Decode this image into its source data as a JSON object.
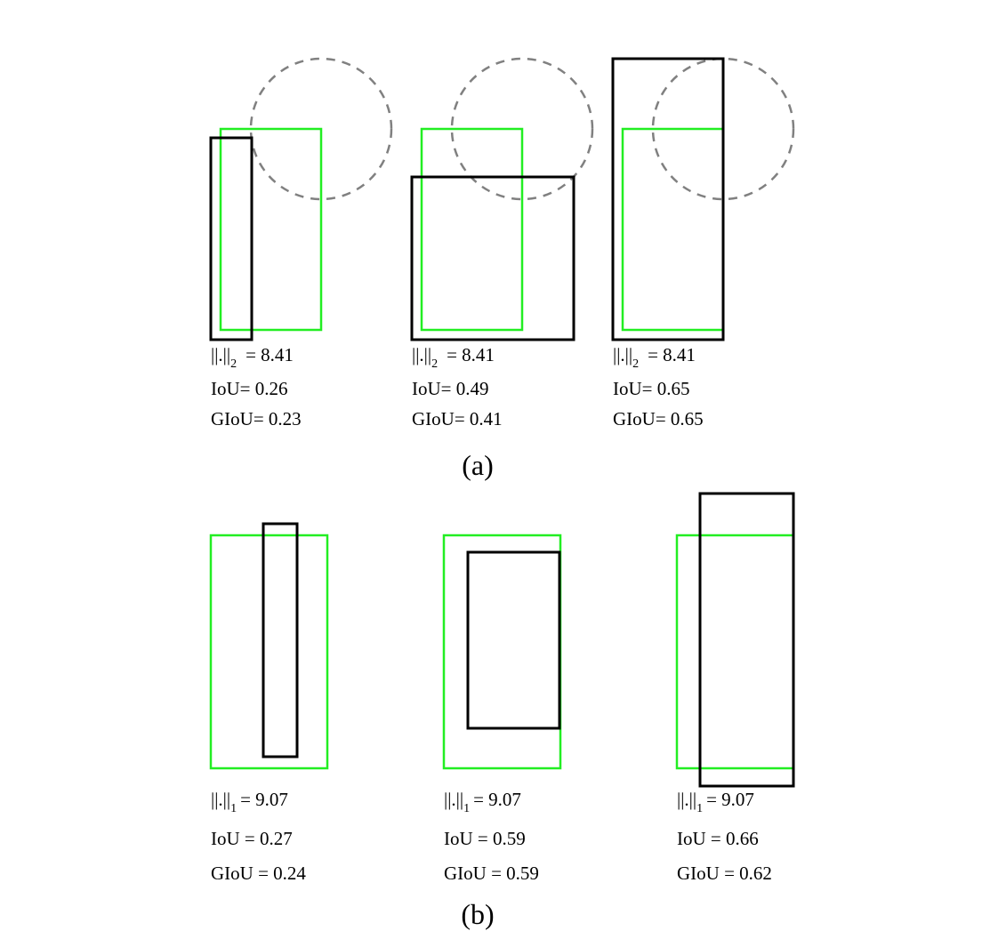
{
  "colors": {
    "ground_truth": "#22ee22",
    "prediction": "#000000",
    "circle": "#808080"
  },
  "panel_a": {
    "caption": "(a)",
    "examples": [
      {
        "norm_label": "||.||",
        "norm_sub": "2",
        "norm_value": "= 8.41",
        "iou": "IoU= 0.26",
        "giou": "GIoU= 0.23"
      },
      {
        "norm_label": "||.||",
        "norm_sub": "2",
        "norm_value": "= 8.41",
        "iou": "IoU= 0.49",
        "giou": "GIoU= 0.41"
      },
      {
        "norm_label": "||.||",
        "norm_sub": "2",
        "norm_value": "= 8.41",
        "iou": "IoU= 0.65",
        "giou": "GIoU= 0.65"
      }
    ]
  },
  "panel_b": {
    "caption": "(b)",
    "examples": [
      {
        "norm_label": "||.||",
        "norm_sub": "1",
        "norm_value": "= 9.07",
        "iou": "IoU = 0.27",
        "giou": "GIoU = 0.24"
      },
      {
        "norm_label": "||.||",
        "norm_sub": "1",
        "norm_value": "= 9.07",
        "iou": "IoU = 0.59",
        "giou": "GIoU = 0.59"
      },
      {
        "norm_label": "||.||",
        "norm_sub": "1",
        "norm_value": "= 9.07",
        "iou": "IoU = 0.66",
        "giou": "GIoU = 0.62"
      }
    ]
  }
}
